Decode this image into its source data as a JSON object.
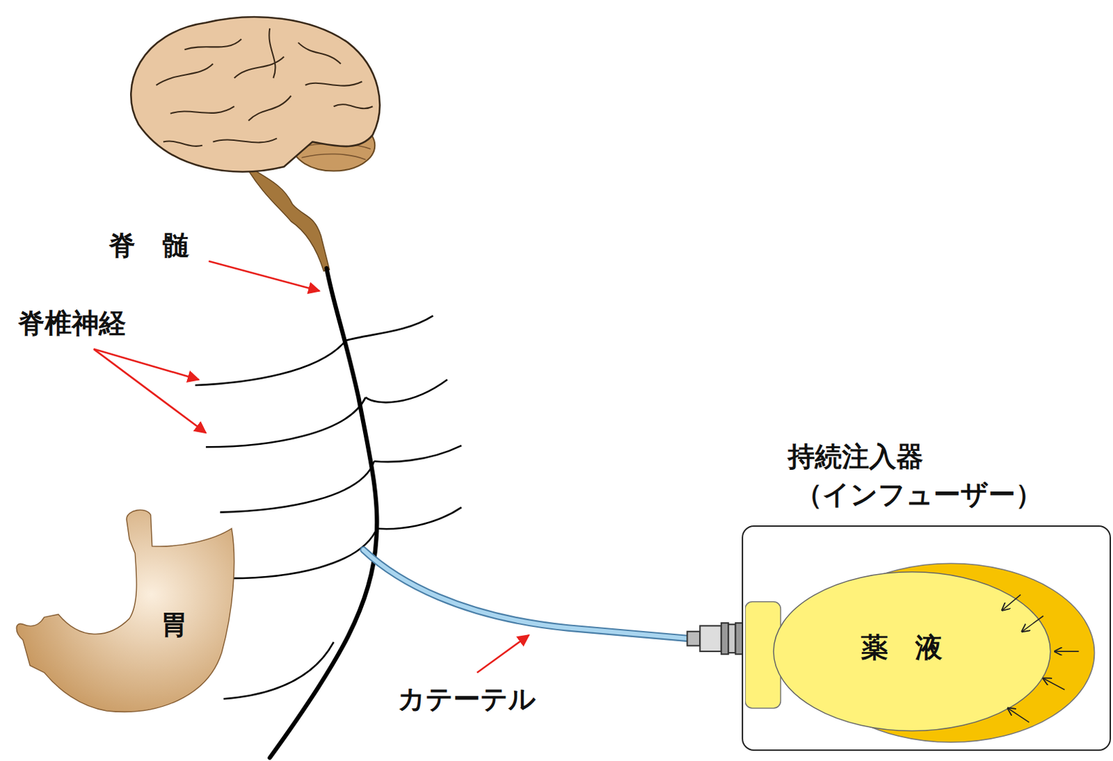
{
  "diagram": {
    "nodes": [
      {
        "text": [
          "胃"
        ]
      },
      {
        "text": [
          "持続注入器",
          "（インフューザー）"
        ]
      },
      {
        "text": [
          "薬　液"
        ],
        "in": 1
      }
    ],
    "labels": [
      "脊　髄",
      "脊椎神経",
      "カテーテル"
    ]
  }
}
